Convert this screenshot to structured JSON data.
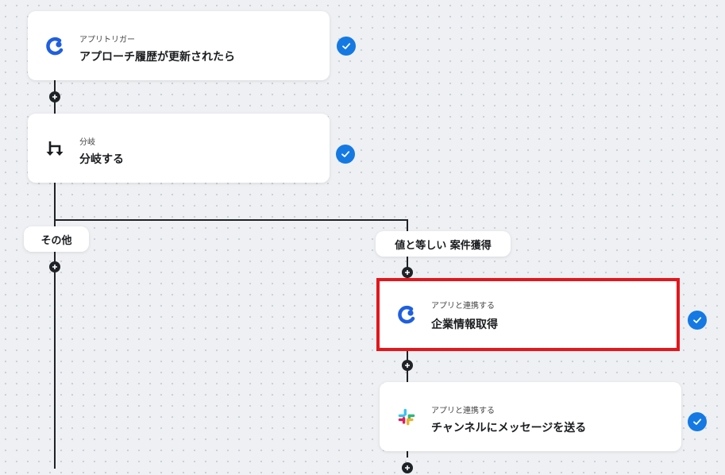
{
  "flow": {
    "step1": {
      "sub": "アプリトリガー",
      "title": "アプローチ履歴が更新されたら"
    },
    "step2": {
      "sub": "分岐",
      "title": "分岐する"
    },
    "branch_left_label": "その他",
    "branch_right_label": "値と等しい 案件獲得",
    "step3": {
      "sub": "アプリと連携する",
      "title": "企業情報取得"
    },
    "step4": {
      "sub": "アプリと連携する",
      "title": "チャンネルにメッセージを送る"
    }
  },
  "colors": {
    "check": "#1479e3",
    "highlight": "#e3161c",
    "line": "#1f2226"
  }
}
